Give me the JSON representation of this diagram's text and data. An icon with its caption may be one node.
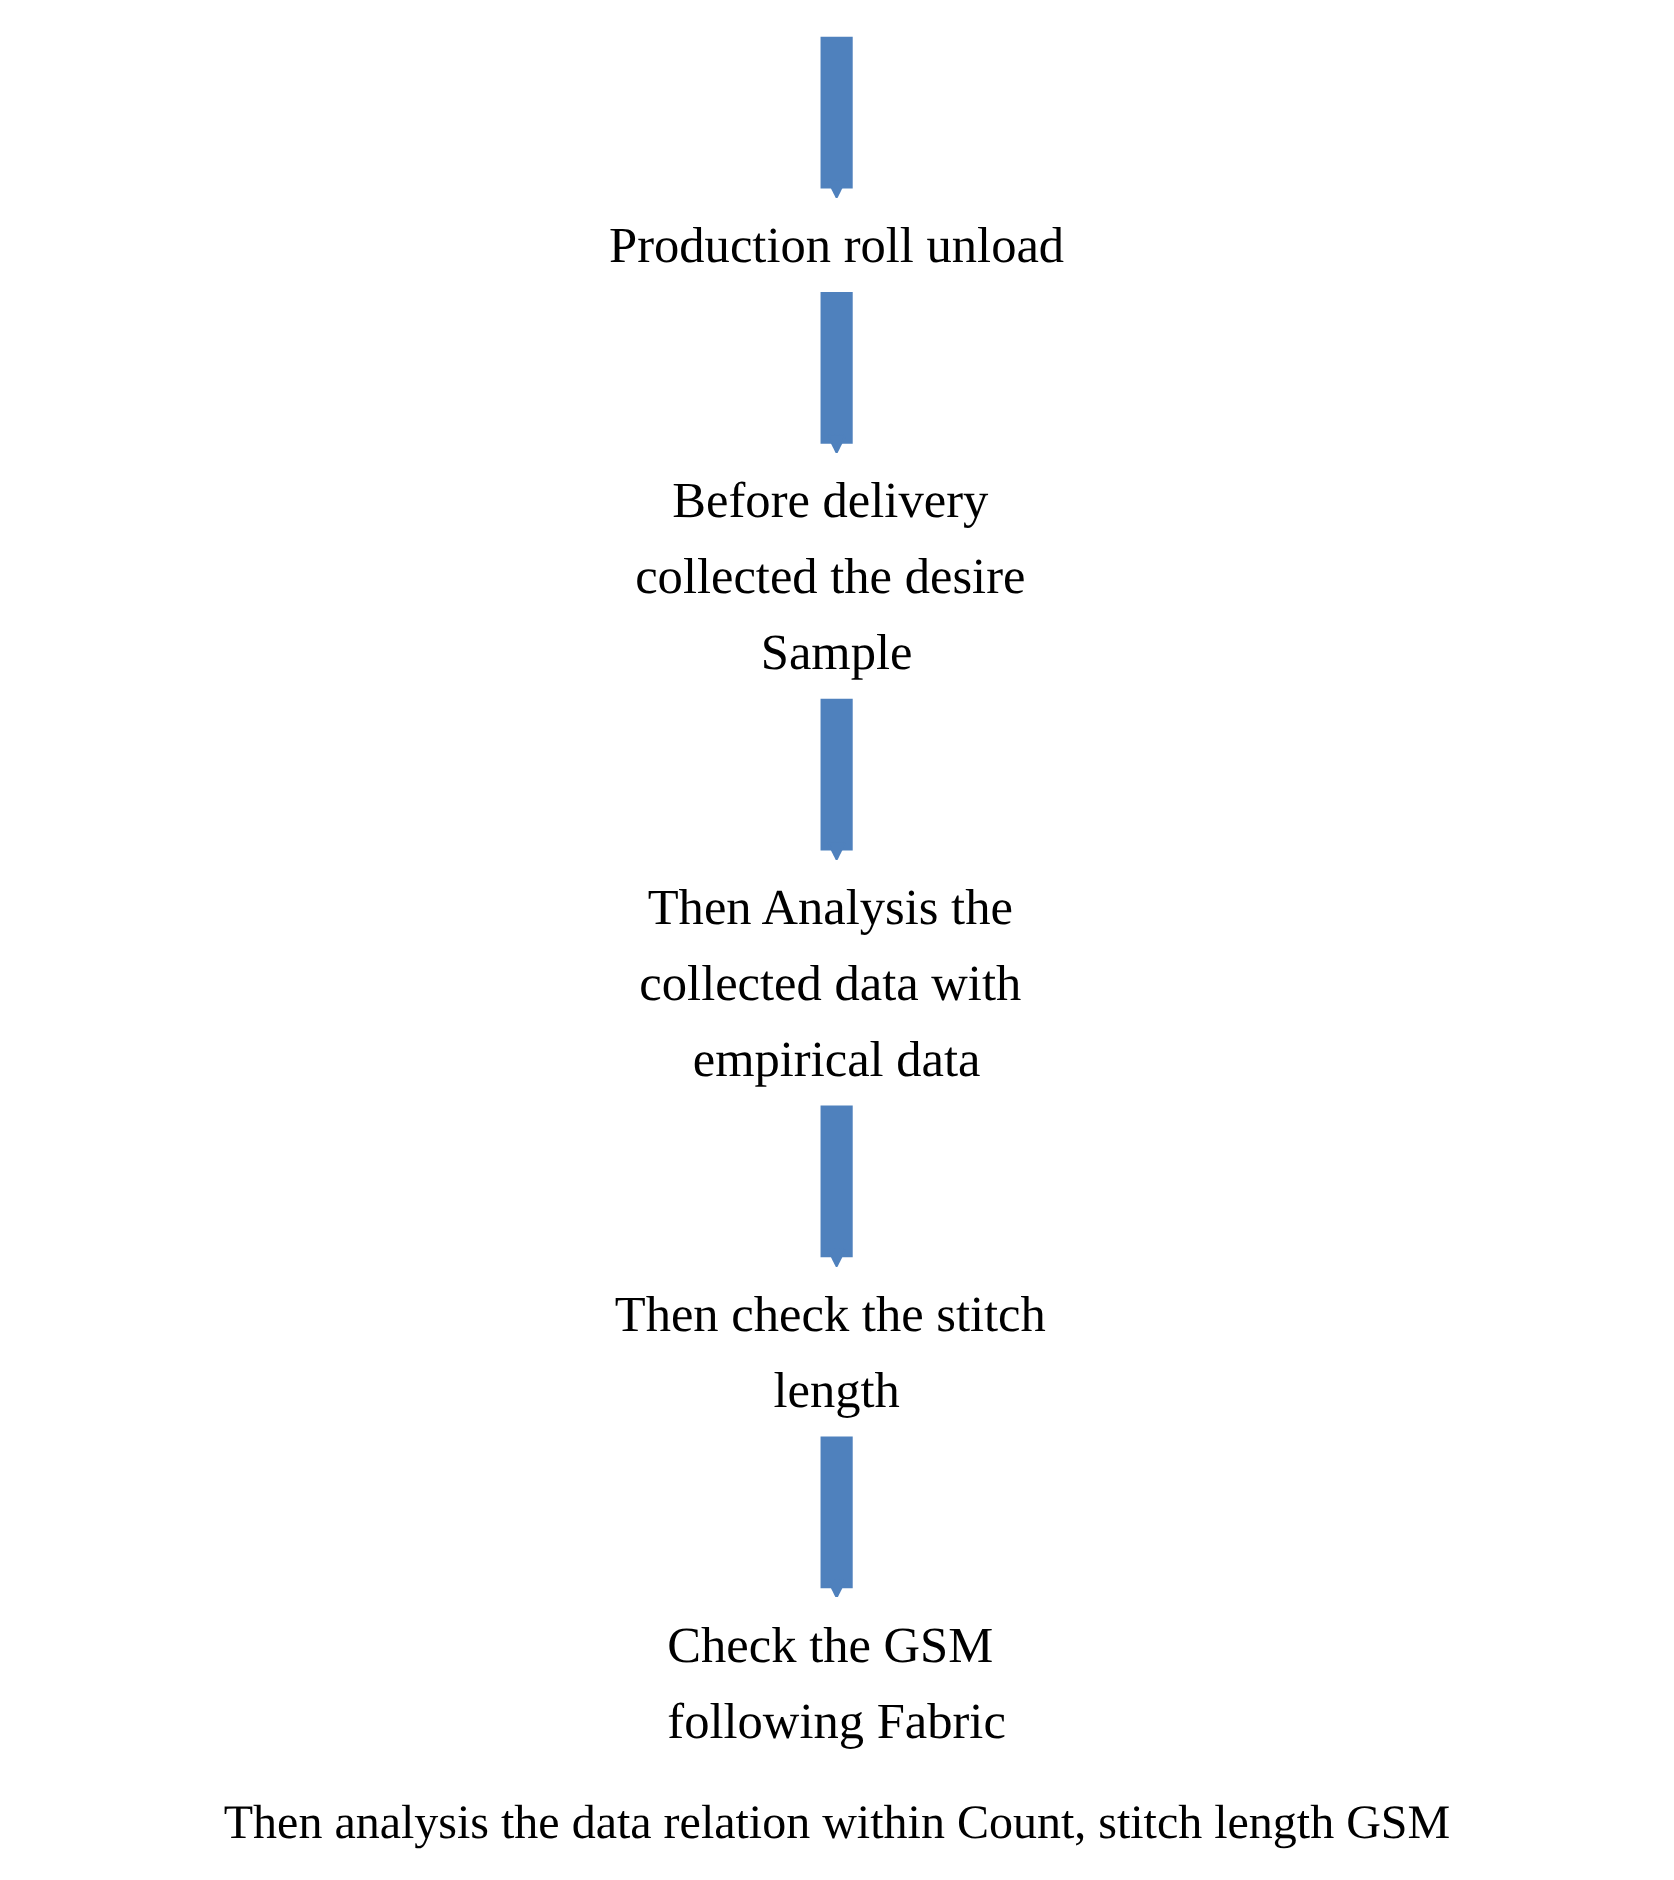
{
  "diagram": {
    "nodes": [
      {
        "text": [
          "Production roll unload"
        ]
      },
      {
        "text": [
          "Before delivery collected the desire Sample"
        ]
      },
      {
        "text": [
          "Then Analysis the collected data with empirical data"
        ]
      },
      {
        "text": [
          "Then check the stitch length"
        ]
      },
      {
        "text": [
          "Check the GSM following Fabric"
        ]
      }
    ],
    "edges": [
      {
        "from": null,
        "to": 0,
        "arrow": "to"
      },
      {
        "from": 0,
        "to": 1,
        "arrow": "to"
      },
      {
        "from": 1,
        "to": 2,
        "arrow": "to"
      },
      {
        "from": 2,
        "to": 3,
        "arrow": "to"
      },
      {
        "from": 3,
        "to": 4,
        "arrow": "to"
      }
    ],
    "labels": [
      "Then analysis the data relation within Count, stitch length GSM"
    ]
  }
}
